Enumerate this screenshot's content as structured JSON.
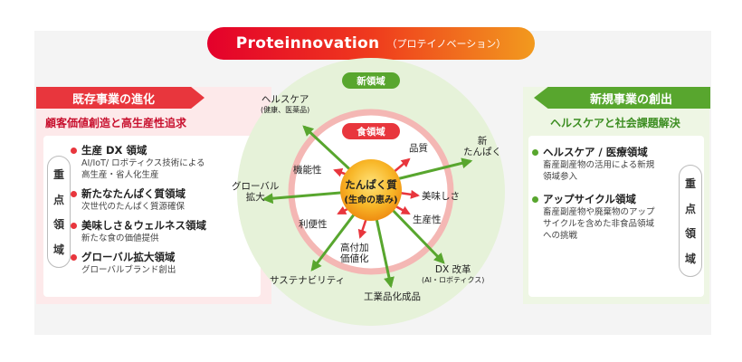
{
  "title": {
    "main": "Proteinnovation",
    "sub": "（プロテイノベーション）"
  },
  "left": {
    "header": "既存事業の進化",
    "subtitle": "顧客価値創造と高生産性追求",
    "focus_chars": [
      "重",
      "点",
      "領",
      "域"
    ],
    "items": [
      {
        "title": "生産 DX 領域",
        "desc": [
          "AI/IoT/ ロボティクス技術による",
          "高生産・省人化生産"
        ]
      },
      {
        "title": "新たなたんぱく質領域",
        "desc": [
          "次世代のたんぱく質源確保"
        ]
      },
      {
        "title": "美味しさ＆ウェルネス領域",
        "desc": [
          "新たな食の価値提供"
        ]
      },
      {
        "title": "グローバル拡大領域",
        "desc": [
          "グローバルブランド創出"
        ]
      }
    ]
  },
  "right": {
    "header": "新規事業の創出",
    "subtitle": "ヘルスケアと社会課題解決",
    "focus_chars": [
      "重",
      "点",
      "領",
      "域"
    ],
    "items": [
      {
        "title": "ヘルスケア / 医療領域",
        "desc": [
          "畜産副産物の活用による新規",
          "領域参入"
        ]
      },
      {
        "title": "アップサイクル領域",
        "desc": [
          "畜産副産物や廃棄物のアップ",
          "サイクルを含めた非食品領域",
          "への挑戦"
        ]
      }
    ]
  },
  "diagram": {
    "outer_label": "新領域",
    "inner_label": "食領域",
    "center": [
      "たんぱく質",
      "(生命の恵み)"
    ],
    "outer_items": {
      "healthcare": "ヘルスケア",
      "healthcare_sub": "(健康、医薬品)",
      "new_protein_1": "新",
      "new_protein_2": "たんぱく",
      "global_1": "グローバル",
      "global_2": "拡大",
      "sustainability": "サステナビリティ",
      "industrial": "工業品化成品",
      "dx": "DX 改革",
      "dx_sub": "(AI・ロボティクス)"
    },
    "inner_items": {
      "quality": "品質",
      "function": "機能性",
      "taste": "美味しさ",
      "convenience": "利便性",
      "productivity": "生産性",
      "value_1": "高付加",
      "value_2": "価値化"
    }
  },
  "colors": {
    "red": "#e8363d",
    "green": "#58a62e",
    "orange": "#f29a1e"
  }
}
